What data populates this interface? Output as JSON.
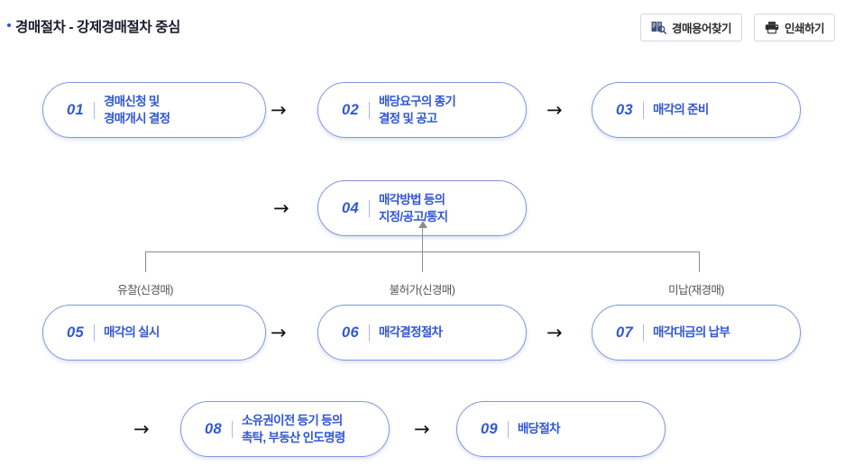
{
  "header": {
    "title": "경매절차 - 강제경매절차 중심",
    "buttons": [
      {
        "label": "경매용어찾기",
        "icon": "book-search-icon"
      },
      {
        "label": "인쇄하기",
        "icon": "printer-icon"
      }
    ]
  },
  "flow": {
    "arrow_glyph": "→",
    "nodes": [
      {
        "num": "01",
        "label": "경매신청 및\n경매개시 결정"
      },
      {
        "num": "02",
        "label": "배당요구의 종기\n결정 및 공고"
      },
      {
        "num": "03",
        "label": "매각의 준비"
      },
      {
        "num": "04",
        "label": "매각방법 등의\n지정/공고/통지"
      },
      {
        "num": "05",
        "label": "매각의 실시"
      },
      {
        "num": "06",
        "label": "매각결정절차"
      },
      {
        "num": "07",
        "label": "매각대금의 납부"
      },
      {
        "num": "08",
        "label": "소유권이전 등기 등의\n촉탁, 부동산 인도명령"
      },
      {
        "num": "09",
        "label": "배당절차"
      }
    ],
    "branch_labels": [
      "유찰(신경매)",
      "불허가(신경매)",
      "미납(재경매)"
    ]
  },
  "colors": {
    "node_border": "#8296e0",
    "node_text": "#2f56d6",
    "number": "#3158d8",
    "connector": "#8c8c8c",
    "title": "#1a1a2e",
    "background": "#ffffff"
  }
}
